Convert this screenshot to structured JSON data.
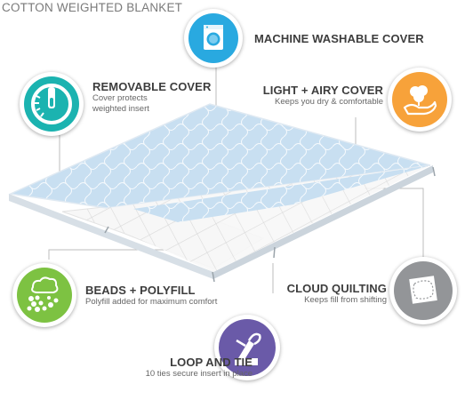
{
  "header": {
    "title": "COTTON WEIGHTED BLANKET"
  },
  "features": {
    "washable": {
      "title": "MACHINE WASHABLE COVER",
      "icon": "washing-machine-icon",
      "color": "#29a9e0"
    },
    "removable": {
      "title": "REMOVABLE COVER",
      "line1": "Cover protects",
      "line2": "weighted insert",
      "icon": "zipper-icon",
      "color": "#1bb3b0"
    },
    "airy": {
      "title": "LIGHT + AIRY COVER",
      "subtitle": "Keeps you dry & comfortable",
      "icon": "cotton-hand-icon",
      "color": "#f7a23a"
    },
    "beads": {
      "title": "BEADS + POLYFILL",
      "subtitle": "Polyfill added for maximum comfort",
      "icon": "beads-icon",
      "color": "#7dc242"
    },
    "quilting": {
      "title": "CLOUD QUILTING",
      "subtitle": "Keeps fill from shifting",
      "icon": "quilt-icon",
      "color": "#939598"
    },
    "loop": {
      "title": "LOOP AND TIE",
      "subtitle": "10 ties secure insert in place",
      "icon": "loop-tie-icon",
      "color": "#6a5aa8"
    }
  }
}
